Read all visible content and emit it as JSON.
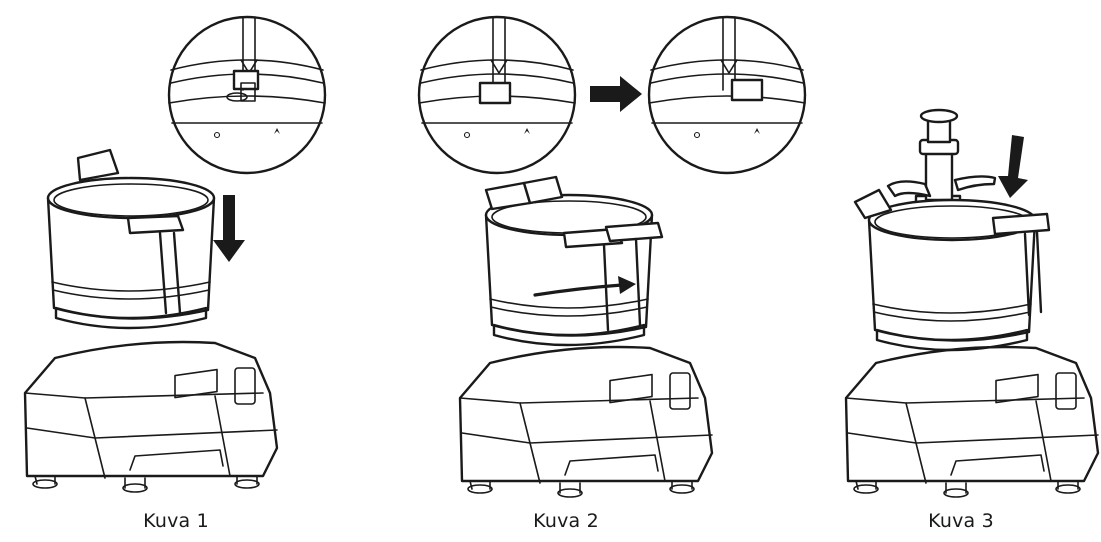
{
  "figures": [
    {
      "id": "1",
      "caption": "Kuva 1"
    },
    {
      "id": "2",
      "caption": "Kuva 2"
    },
    {
      "id": "3",
      "caption": "Kuva 3"
    }
  ],
  "icons": {
    "down_arrow": "arrow-down-icon",
    "right_arrow": "arrow-right-icon",
    "rotate_arrow": "rotation-arrow-icon"
  },
  "colors": {
    "line": "#1a1a1a",
    "background": "#ffffff"
  }
}
